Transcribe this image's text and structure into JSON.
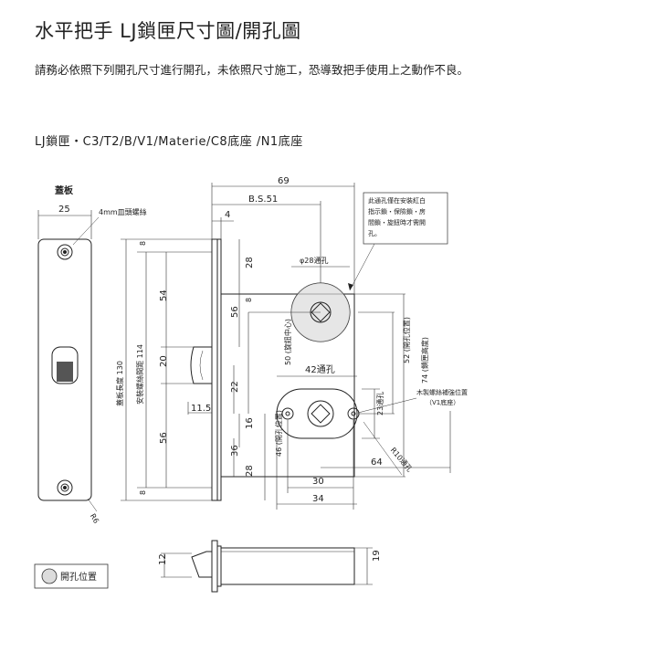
{
  "header": {
    "title": "水平把手 LJ鎖匣尺寸圖/開孔圖",
    "subtitle": "請務必依照下列開孔尺寸進行開孔，未依照尺寸施工，恐導致把手使用上之動作不良。",
    "model": "LJ鎖匣・C3/T2/B/V1/Materie/C8底座 /N1底座"
  },
  "faceplate": {
    "label": "蓋板",
    "width": "25",
    "screw_label": "4mm皿頭螺絲",
    "radius": "R6",
    "length_label": "蓋板長度 130",
    "pitch_label": "安裝螺絲間距 114"
  },
  "dims": {
    "overall": "69",
    "backset": "B.S.51",
    "d4": "4",
    "d8_top": "8",
    "d54": "54",
    "d20": "20",
    "d56_left": "56",
    "d8_bottom": "8",
    "d11_5": "11.5",
    "d28_top": "28",
    "d56_mid": "56",
    "d8_mid": "8",
    "d50": "50 (旋鈕中心)",
    "d22": "22",
    "d16": "16",
    "d36": "36",
    "d28_bottom": "28",
    "d46": "46 (開孔位置)",
    "phi28": "φ28通孔",
    "d42": "42通孔",
    "d23": "23通孔",
    "d30": "30",
    "d34": "34",
    "d64": "64",
    "r10": "R10通孔",
    "d52": "52 (開孔位置)",
    "d74": "74 (鎖匣高度)",
    "d12": "12",
    "d19": "19"
  },
  "notes": {
    "through_hole": [
      "此通孔僅在安裝紅白",
      "指示鎖・保險鎖・房",
      "間鎖・旋鈕時才需開",
      "孔。"
    ],
    "wood_screw": [
      "木製螺絲補強位置",
      "（V1底座）"
    ]
  },
  "legend": {
    "label": "開孔位置"
  }
}
